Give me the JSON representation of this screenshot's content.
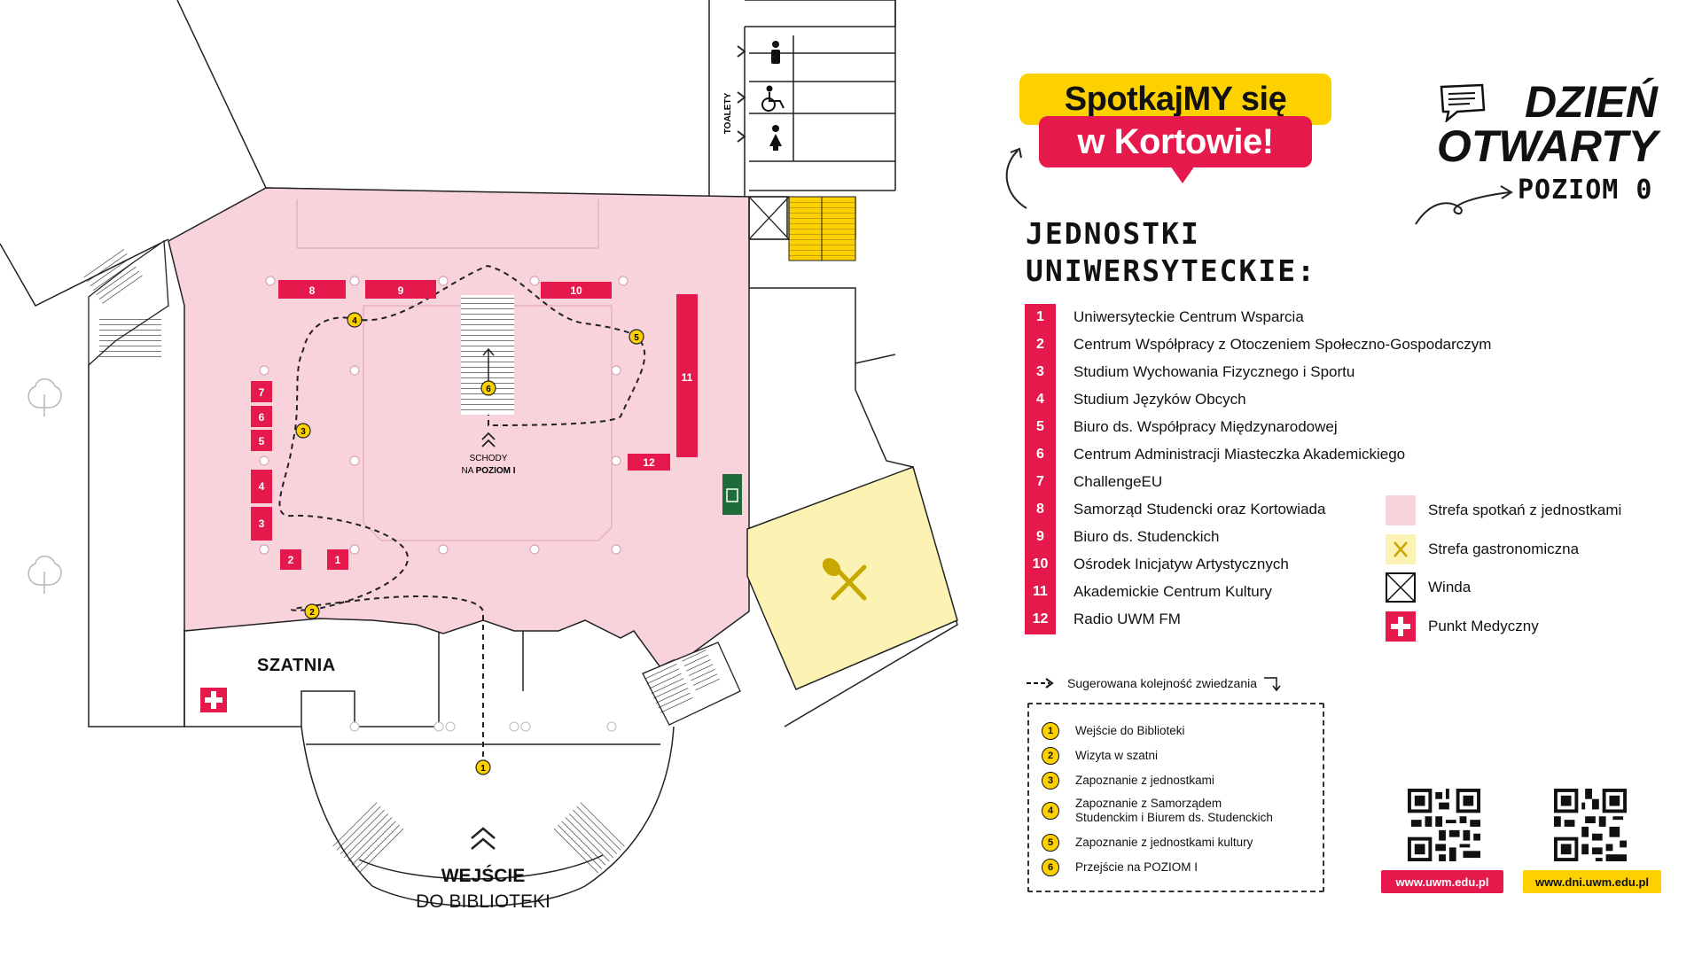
{
  "header": {
    "slogan_line1": "SpotkajMY się",
    "slogan_line2": "w Kortowie!",
    "event_line1": "DZIEŃ",
    "event_line2": "OTWARTY",
    "level": "POZIOM 0"
  },
  "units_heading": {
    "line1": "JEDNOSTKI",
    "line2": "UNIWERSYTECKIE:"
  },
  "units": [
    {
      "num": "1",
      "name": "Uniwersyteckie Centrum Wsparcia"
    },
    {
      "num": "2",
      "name": "Centrum Współpracy z Otoczeniem Społeczno-Gospodarczym"
    },
    {
      "num": "3",
      "name": "Studium Wychowania Fizycznego i Sportu"
    },
    {
      "num": "4",
      "name": "Studium Języków Obcych"
    },
    {
      "num": "5",
      "name": "Biuro ds. Współpracy Międzynarodowej"
    },
    {
      "num": "6",
      "name": "Centrum Administracji Miasteczka Akademickiego"
    },
    {
      "num": "7",
      "name": "ChallengeEU"
    },
    {
      "num": "8",
      "name": "Samorząd Studencki oraz Kortowiada"
    },
    {
      "num": "9",
      "name": "Biuro ds. Studenckich"
    },
    {
      "num": "10",
      "name": "Ośrodek Inicjatyw Artystycznych"
    },
    {
      "num": "11",
      "name": "Akademickie Centrum Kultury"
    },
    {
      "num": "12",
      "name": "Radio UWM FM"
    }
  ],
  "legend": {
    "meeting_zone": "Strefa spotkań z jednostkami",
    "food_zone": "Strefa gastronomiczna",
    "elevator": "Winda",
    "medical": "Punkt Medyczny",
    "meeting_color": "#f8d3dc",
    "food_color": "#fbf2b3",
    "accent_red": "#e5194b",
    "accent_yellow": "#fdd000"
  },
  "route": {
    "title": "Sugerowana kolejność zwiedzania",
    "steps": [
      {
        "num": "1",
        "label": "Wejście do Biblioteki"
      },
      {
        "num": "2",
        "label": "Wizyta w szatni"
      },
      {
        "num": "3",
        "label": "Zapoznanie z jednostkami"
      },
      {
        "num": "4",
        "label": "Zapoznanie z Samorządem Studenckim i Biurem ds. Studenckich"
      },
      {
        "num": "5",
        "label": "Zapoznanie z jednostkami kultury"
      },
      {
        "num": "6",
        "label": "Przejście na POZIOM I"
      }
    ]
  },
  "links": {
    "uwm": "www.uwm.edu.pl",
    "dni": "www.dni.uwm.edu.pl"
  },
  "map": {
    "toilets_label": "TOALETY",
    "stairs_line1": "SCHODY",
    "stairs_line2_prefix": "NA",
    "stairs_line2_level": "POZIOM I",
    "cloakroom": "SZATNIA",
    "entrance_line1": "WEJŚCIE",
    "entrance_line2": "DO BIBLIOTEKI",
    "unit_labels": [
      "8",
      "9",
      "10",
      "11",
      "12",
      "7",
      "6",
      "5",
      "4",
      "3",
      "2",
      "1"
    ],
    "route_markers": [
      "1",
      "2",
      "3",
      "4",
      "5",
      "6"
    ],
    "icons": [
      "male-toilet-icon",
      "accessible-toilet-icon",
      "female-toilet-icon",
      "trash-bin-icon",
      "fork-knife-icon",
      "medical-cross-icon",
      "tree-icon",
      "speech-bubble-icon",
      "arrow-icon",
      "qr-code-icon"
    ]
  }
}
